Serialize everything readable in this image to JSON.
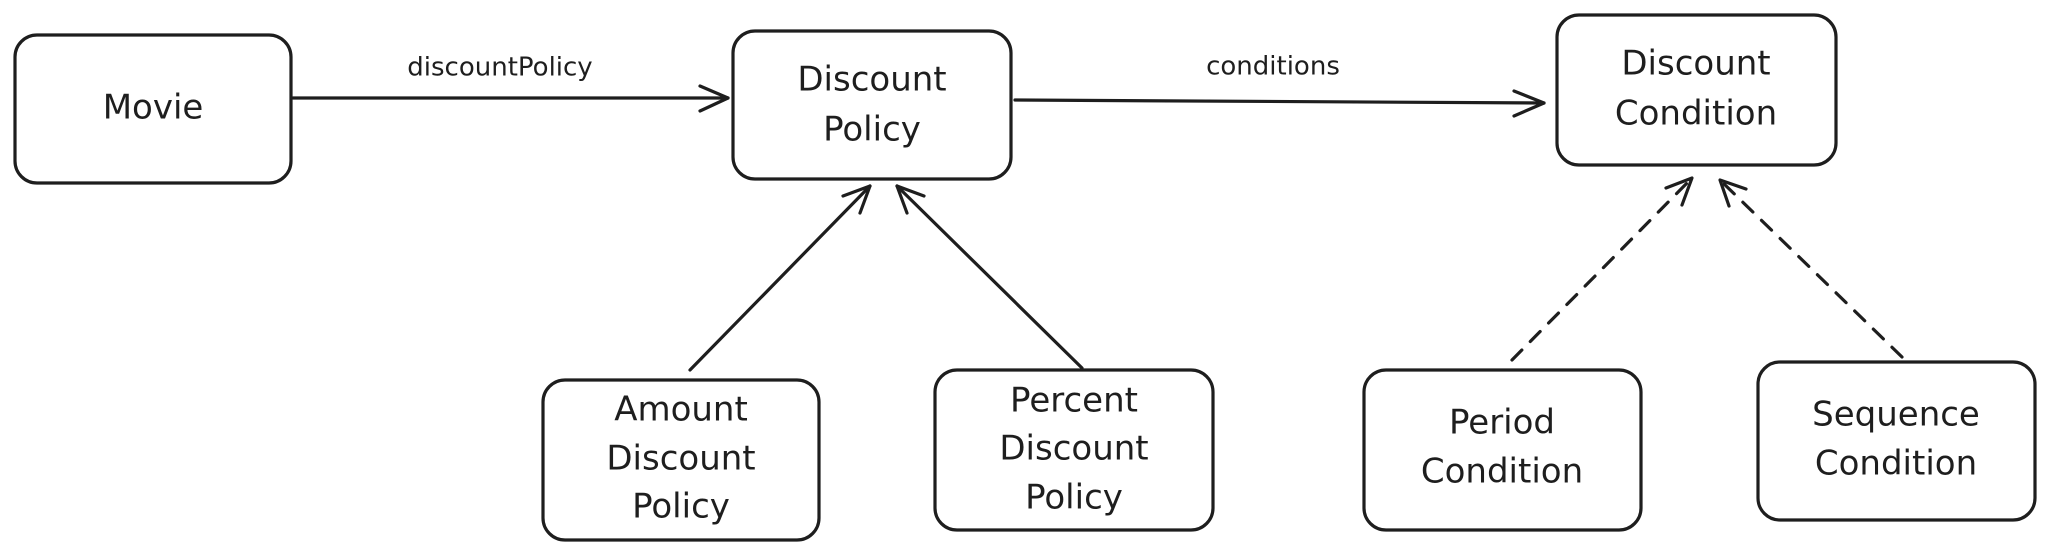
{
  "diagram": {
    "stroke_color": "#1e1e1e",
    "background": "#ffffff",
    "nodes": {
      "movie": {
        "lines": [
          "Movie"
        ]
      },
      "discount_policy": {
        "lines": [
          "Discount",
          "Policy"
        ]
      },
      "discount_condition": {
        "lines": [
          "Discount",
          "Condition"
        ]
      },
      "amount_discount_policy": {
        "lines": [
          "Amount",
          "Discount",
          "Policy"
        ]
      },
      "percent_discount_policy": {
        "lines": [
          "Percent",
          "Discount",
          "Policy"
        ]
      },
      "period_condition": {
        "lines": [
          "Period",
          "Condition"
        ]
      },
      "sequence_condition": {
        "lines": [
          "Sequence",
          "Condition"
        ]
      }
    },
    "edges": {
      "movie_to_discount_policy": {
        "label": "discountPolicy"
      },
      "discount_policy_to_condition": {
        "label": "conditions"
      }
    }
  }
}
